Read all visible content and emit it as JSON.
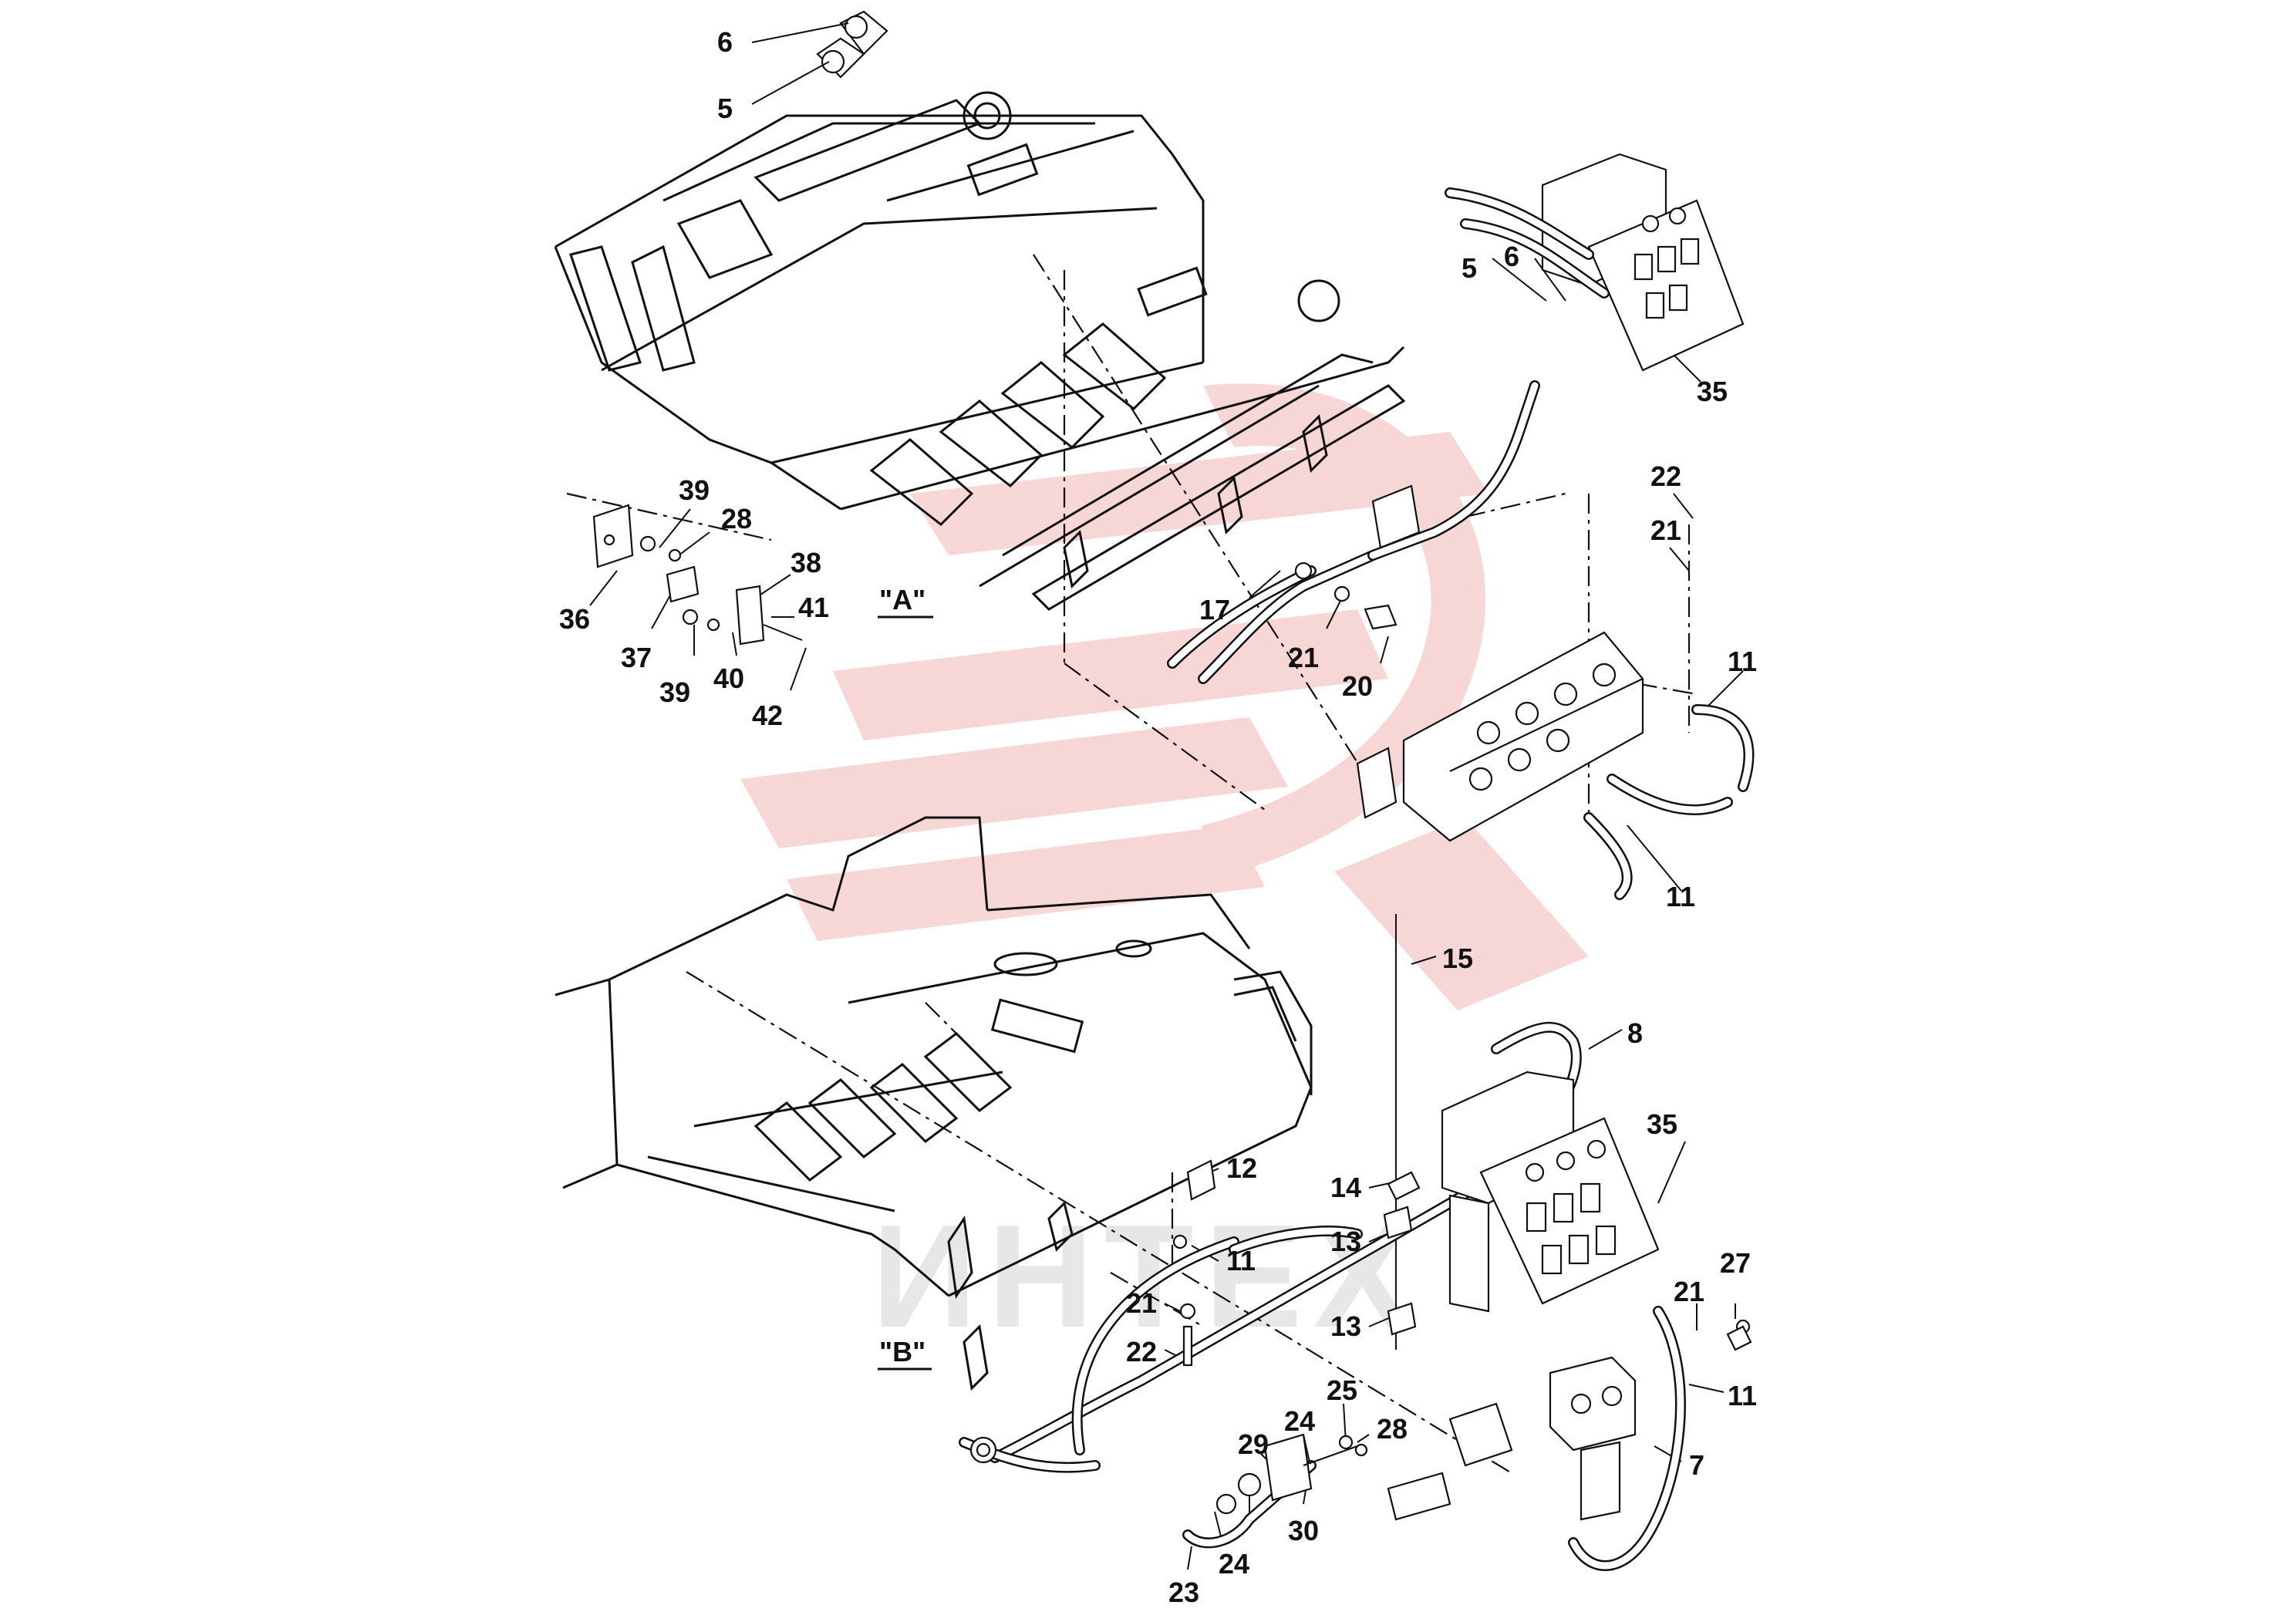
{
  "watermark": {
    "text": "ИНТЕХ",
    "color": "#f2b6b6",
    "text_color": "#d9d9d9"
  },
  "views": {
    "a": {
      "label": "\"A\""
    },
    "b": {
      "label": "\"B\""
    }
  },
  "callouts": {
    "a_6": "6",
    "a_5": "5",
    "a_5b": "5",
    "a_6b": "6",
    "a_35": "35",
    "a_22": "22",
    "a_21": "21",
    "a_39": "39",
    "a_28": "28",
    "a_38": "38",
    "a_41": "41",
    "a_36": "36",
    "a_37": "37",
    "a_39b": "39",
    "a_40": "40",
    "a_42": "42",
    "a_17": "17",
    "a_21b": "21",
    "a_20": "20",
    "a_11": "11",
    "a_11b": "11",
    "b_15": "15",
    "b_8": "8",
    "b_35": "35",
    "b_12": "12",
    "b_14": "14",
    "b_13": "13",
    "b_11": "11",
    "b_13b": "13",
    "b_21": "21",
    "b_22": "22",
    "b_27": "27",
    "b_21b": "21",
    "b_11b": "11",
    "b_7": "7",
    "b_29": "29",
    "b_24": "24",
    "b_25": "25",
    "b_28": "28",
    "b_30": "30",
    "b_24b": "24",
    "b_23": "23"
  }
}
